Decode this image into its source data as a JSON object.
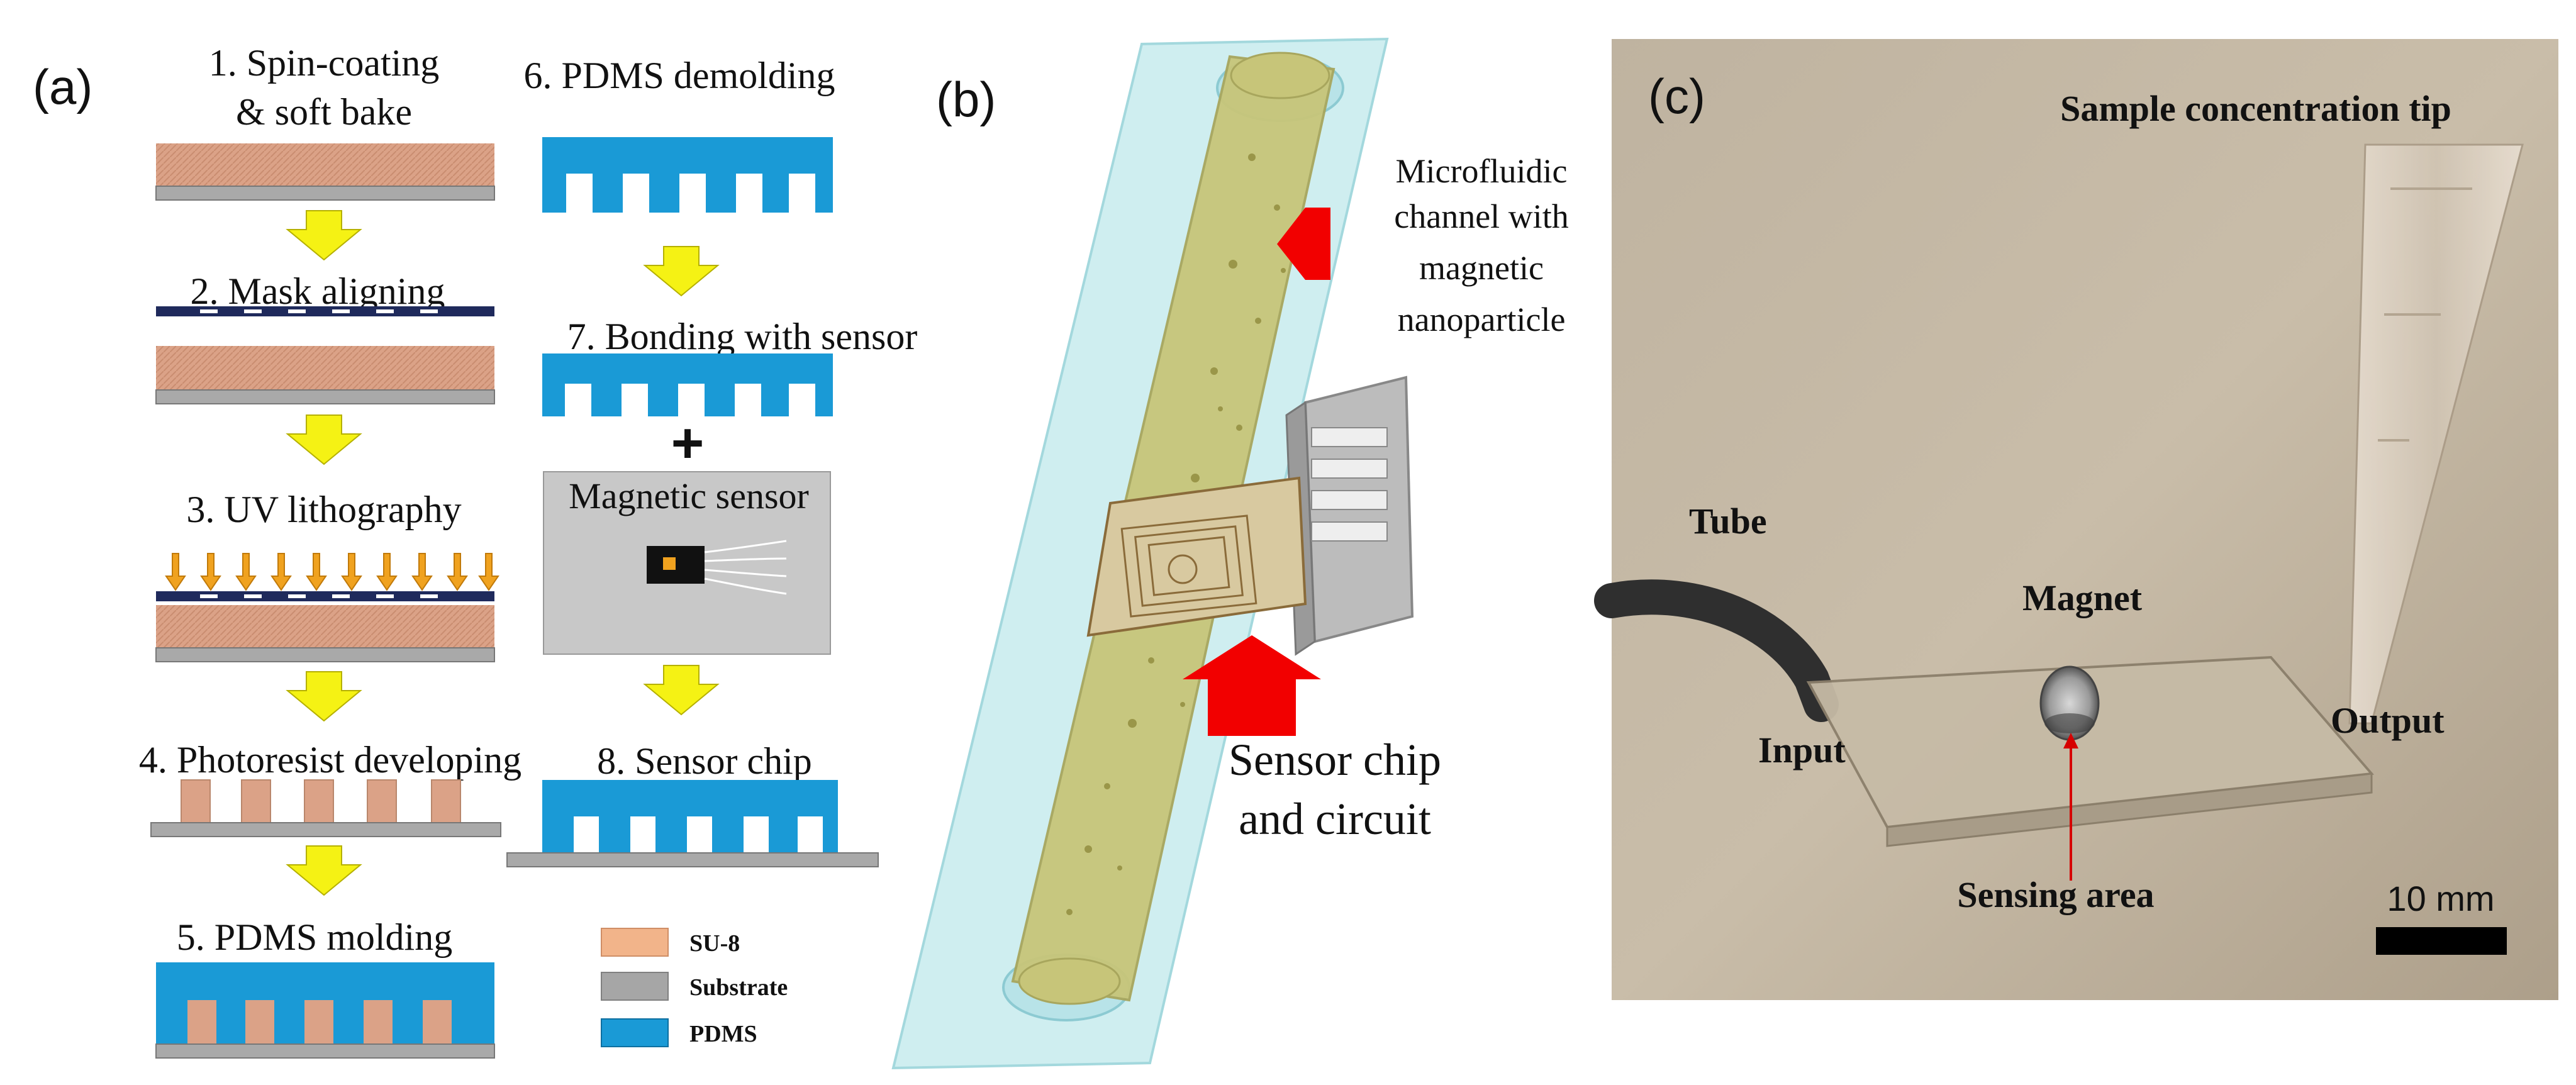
{
  "panel_a": {
    "label": "(a)",
    "steps": {
      "s1_line1": "1. Spin-coating",
      "s1_line2": "& soft bake",
      "s2": "2. Mask aligning",
      "s3": "3. UV lithography",
      "s4": "4. Photoresist developing",
      "s5": "5. PDMS molding",
      "s6": "6. PDMS demolding",
      "s7": "7. Bonding with sensor",
      "s8": "8. Sensor chip"
    },
    "plus": "+",
    "magnetic_sensor": "Magnetic sensor",
    "legend": [
      {
        "label": "SU-8",
        "color": "#f2b48a"
      },
      {
        "label": "Substrate",
        "color": "#a6a6a6"
      },
      {
        "label": "PDMS",
        "color": "#1a9ad6"
      }
    ],
    "colors": {
      "su8": "#dba287",
      "substrate": "#a9a9a9",
      "pdms": "#1a9ad6",
      "mask": "#1f2a5c",
      "arrow": "#f5f214",
      "uv": "#f0a21f"
    }
  },
  "panel_b": {
    "label": "(b)",
    "channel_line1": "Microfluidic",
    "channel_line2": "channel with",
    "channel_line3": "magnetic",
    "channel_line4": "nanoparticle",
    "chip_line1": "Sensor chip",
    "chip_line2": "and circuit",
    "colors": {
      "block": "#cdeef0",
      "channel": "#c7c579",
      "pointer": "#f20000"
    }
  },
  "panel_c": {
    "label": "(c)",
    "tip": "Sample concentration tip",
    "tube": "Tube",
    "magnet": "Magnet",
    "input": "Input",
    "output": "Output",
    "sensing_area": "Sensing area",
    "scale": "10 mm"
  }
}
